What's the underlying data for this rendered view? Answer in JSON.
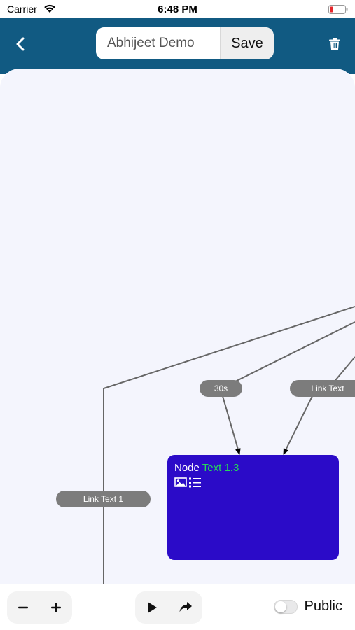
{
  "status_bar": {
    "carrier": "Carrier",
    "time": "6:48 PM"
  },
  "header": {
    "title_value": "Abhijeet Demo",
    "save_label": "Save",
    "background_color": "#115a82"
  },
  "canvas": {
    "links": [
      {
        "label": "30s"
      },
      {
        "label": "Link Text"
      },
      {
        "label": "Link Text 1"
      }
    ],
    "node": {
      "name": "Node",
      "text": "Text 1.3",
      "fill_color": "#2b0bc8",
      "text_accent_color": "#26d65a",
      "icons": [
        "image-icon",
        "list-icon"
      ]
    }
  },
  "toolbar": {
    "zoom_out_icon": "minus-icon",
    "zoom_in_icon": "plus-icon",
    "play_icon": "play-icon",
    "share_icon": "redo-arrow-icon",
    "public_label": "Public",
    "public_enabled": false
  }
}
